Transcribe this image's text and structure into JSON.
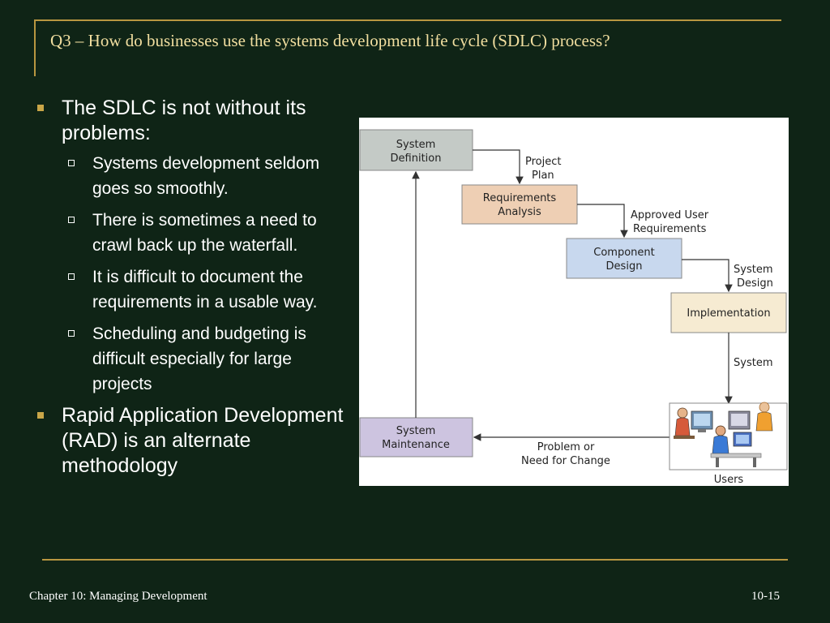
{
  "slide": {
    "title": "Q3 – How do businesses use the systems development life cycle (SDLC) process?",
    "bullets": [
      {
        "text": "The SDLC is not without its problems:",
        "sub": [
          "Systems development seldom goes so smoothly.",
          "There is sometimes a need to crawl back up the waterfall.",
          "It is difficult to document the requirements in a usable way.",
          "Scheduling and budgeting is difficult especially for large projects"
        ]
      },
      {
        "text": "Rapid Application Development (RAD) is an alternate methodology",
        "sub": []
      }
    ],
    "footer_left": "Chapter 10: Managing Development",
    "footer_right": "10-15"
  },
  "diagram": {
    "boxes": {
      "system_definition": [
        "System",
        "Definition"
      ],
      "requirements_analysis": [
        "Requirements",
        "Analysis"
      ],
      "component_design": [
        "Component",
        "Design"
      ],
      "implementation": [
        "Implementation"
      ],
      "system_maintenance": [
        "System",
        "Maintenance"
      ]
    },
    "arrow_labels": {
      "project_plan": [
        "Project",
        "Plan"
      ],
      "approved_user_requirements": [
        "Approved User",
        "Requirements"
      ],
      "system_design": [
        "System",
        "Design"
      ],
      "system": [
        "System"
      ],
      "problem_or_need": [
        "Problem or",
        "Need for Change"
      ]
    },
    "users_label": "Users",
    "colors": {
      "system_definition": "#c4cac6",
      "requirements_analysis": "#eecfb4",
      "component_design": "#c8d8ee",
      "implementation": "#f6ebd2",
      "system_maintenance": "#cdc4e0",
      "accent_gold": "#b89640",
      "background": "#0f2416"
    }
  }
}
